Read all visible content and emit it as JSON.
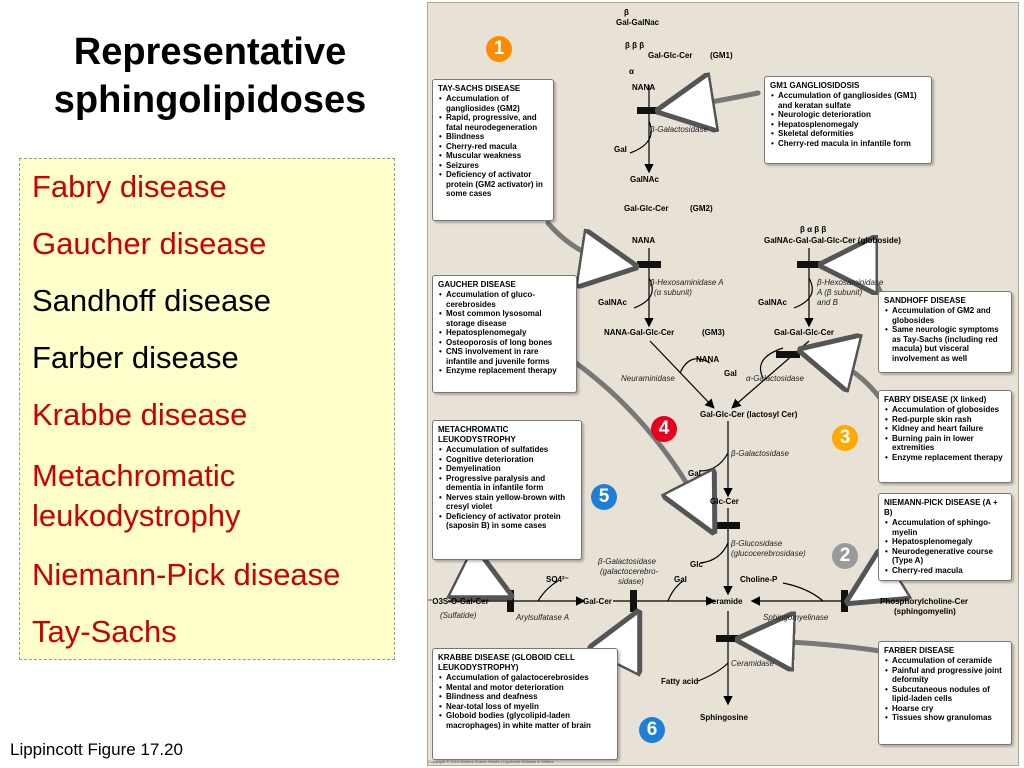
{
  "title": {
    "line1": "Representative",
    "line2": "sphingolipidoses"
  },
  "diseases": [
    {
      "name": "Fabry disease",
      "color": "#cc0000"
    },
    {
      "name": "Gaucher disease",
      "color": "#cc0000"
    },
    {
      "name": "Sandhoff disease",
      "color": "#000000"
    },
    {
      "name": "Farber disease",
      "color": "#000000"
    },
    {
      "name": "Krabbe disease",
      "color": "#cc0000"
    },
    {
      "name": "Metachromatic leukodystrophy",
      "color": "#cc0000"
    },
    {
      "name": "Niemann-Pick disease",
      "color": "#cc0000"
    },
    {
      "name": "Tay-Sachs",
      "color": "#cc0000"
    }
  ],
  "caption": "Lippincott Figure 17.20",
  "markers": [
    {
      "label": "1",
      "color": "#ff8c00"
    },
    {
      "label": "2",
      "color": "#9a9a9a"
    },
    {
      "label": "3",
      "color": "#ffaa00"
    },
    {
      "label": "4",
      "color": "#e8001c"
    },
    {
      "label": "5",
      "color": "#1f7fd6"
    },
    {
      "label": "6",
      "color": "#1f7fd6"
    }
  ],
  "boxes": {
    "taysachs": {
      "title": "TAY-SACHS DISEASE",
      "items": [
        "Accumulation of gangliosides (GM2)",
        "Rapid, progressive, and fatal neurodegeneration",
        "Blindness",
        "Cherry-red macula",
        "Muscular weakness",
        "Seizures",
        "Deficiency of activator protein (GM2 activator) in some cases"
      ]
    },
    "gm1": {
      "title": "GM1 GANGLIOSIDOSIS",
      "items": [
        "Accumulation of gangliosides (GM1) and keratan sulfate",
        "Neurologic deterioration",
        "Hepatosplenomegaly",
        "Skeletal deformities",
        "Cherry-red macula in infantile form"
      ]
    },
    "gaucher": {
      "title": "GAUCHER DISEASE",
      "items": [
        "Accumulation of gluco-cerebrosides",
        "Most common lysosomal storage disease",
        "Hepatosplenomegaly",
        "Osteoporosis of long bones",
        "CNS involvement in rare infantile and juvenile forms",
        "Enzyme replacement therapy"
      ]
    },
    "sandhoff": {
      "title": "SANDHOFF DISEASE",
      "items": [
        "Accumulation of GM2 and globosides",
        "Same neurologic symptoms as Tay-Sachs (including red macula) but visceral involvement as well"
      ]
    },
    "fabry": {
      "title": "FABRY DISEASE (X linked)",
      "items": [
        "Accumulation of globosides",
        "Red-purple skin rash",
        "Kidney and heart failure",
        "Burning pain in lower extremities",
        "Enzyme replacement therapy"
      ]
    },
    "mld": {
      "title": "METACHROMATIC LEUKODYSTROPHY",
      "items": [
        "Accumulation of sulfatides",
        "Cognitive deterioration",
        "Demyelination",
        "Progressive paralysis and dementia in infantile form",
        "Nerves stain yellow-brown with cresyl violet",
        "Deficiency of activator protein (saposin B) in some cases"
      ]
    },
    "niemann": {
      "title": "NIEMANN-PICK DISEASE (A + B)",
      "items": [
        "Accumulation of sphingo-myelin",
        "Hepatosplenomegaly",
        "Neurodegenerative course (Type A)",
        "Cherry-red macula"
      ]
    },
    "krabbe": {
      "title": "KRABBE DISEASE (GLOBOID CELL LEUKODYSTROPHY)",
      "items": [
        "Accumulation of galactocerebrosides",
        "Mental and motor deterioration",
        "Blindness and deafness",
        "Near-total loss of myelin",
        "Globoid bodies (glycolipid-laden macrophages) in white matter of brain"
      ]
    },
    "farber": {
      "title": "FARBER DISEASE",
      "items": [
        "Accumulation of ceramide",
        "Painful and progressive joint deformity",
        "Subcutaneous nodules of lipid-laden cells",
        "Hoarse cry",
        "Tissues show granulomas"
      ]
    }
  },
  "pathway": {
    "beta": "β",
    "alpha": "α",
    "bab": "β  β  β",
    "baba": "β   α   β   β",
    "gal_galnac": "Gal-GalNac",
    "gal_glc_cer": "Gal-Glc-Cer",
    "gm1": "(GM1)",
    "nana": "NANA",
    "beta_gal": "β-Galactosidase",
    "gal": "Gal",
    "galnac": "GalNAc",
    "gal_glc_cer2": "Gal-Glc-Cer",
    "gm2": "(GM2)",
    "nana2": "NANA",
    "globoside": "GalNAc-Gal-Gal-Glc-Cer (globoside)",
    "hexA": "β-Hexosaminidase A",
    "hexA2": "(α subunit)",
    "hexAB": "β-Hexosaminidase",
    "hexAB2": "A (β subunit)",
    "hexAB3": "and B",
    "galnac2": "GalNAc",
    "galnac3": "GalNAc",
    "nana_gal_glc_cer": "NANA-Gal-Glc-Cer",
    "gm3": "(GM3)",
    "gal_gal_glc_cer": "Gal-Gal-Glc-Cer",
    "nana3": "NANA",
    "neuraminidase": "Neuraminidase",
    "gal2": "Gal",
    "alpha_gal": "α-Galactosidase",
    "lactosyl": "Gal-Glc-Cer (lactosyl Cer)",
    "beta_gal2": "β-Galactosidase",
    "gal3": "Gal",
    "glc_cer": "Glc-Cer",
    "beta_gluc": "β-Glucosidase",
    "gluc2": "(glucocerebrosidase)",
    "glc": "Glc",
    "beta_galc": "β-Galactosidase",
    "galc2": "(galactocerebro-",
    "galc3": "sidase)",
    "so4": "SO4²⁻",
    "gal4": "Gal",
    "choline": "Choline-P",
    "sulfatide": "⁻O3S-O-Gal-Cer",
    "sulfatide2": "(Sulfatide)",
    "arylsulf": "Arylsulfatase A",
    "gal_cer": "Gal-Cer",
    "ceramide": "Ceramide",
    "sphingomyelinase": "Sphingomyelinase",
    "phospho": "Phosphorylcholine-Cer",
    "phospho2": "(sphingomyelin)",
    "ceramidase": "Ceramidase",
    "fatty": "Fatty acid",
    "sphingosine": "Sphingosine"
  },
  "copyright": "Copyright © 2014 Wolters Kluwer Health | Lippincott Williams & Wilkins"
}
